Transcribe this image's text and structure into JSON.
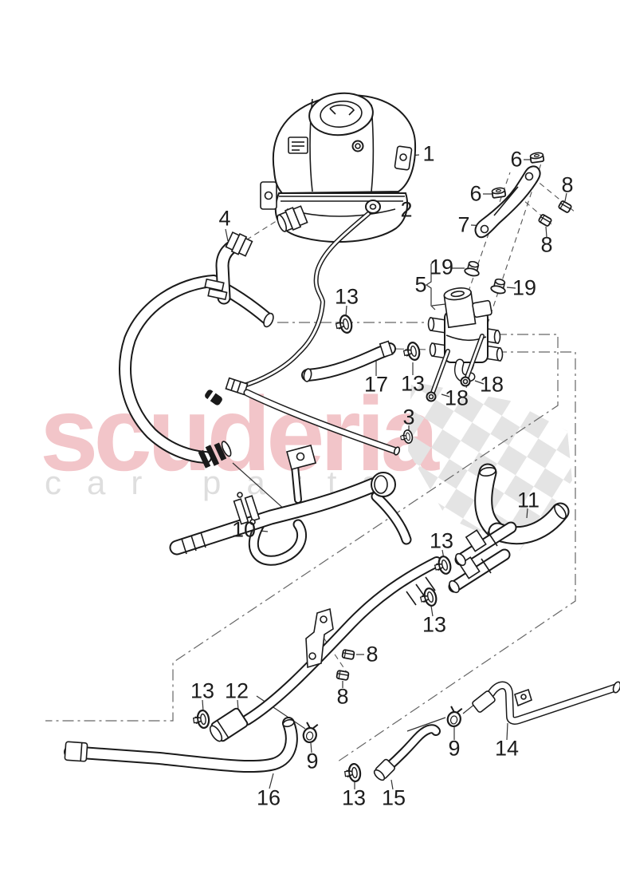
{
  "watermark": {
    "brand": "scuderia",
    "tagline": "car parts",
    "brand_color": "#f2c5c9",
    "tagline_color": "#dedede",
    "checker_color": "#e4e4e4"
  },
  "diagram": {
    "type": "exploded-parts-diagram",
    "line_color": "#1a1a1a",
    "background_color": "#ffffff"
  },
  "callouts": [
    {
      "label": "1"
    },
    {
      "label": "2"
    },
    {
      "label": "4"
    },
    {
      "label": "6"
    },
    {
      "label": "6"
    },
    {
      "label": "7"
    },
    {
      "label": "8"
    },
    {
      "label": "8"
    },
    {
      "label": "19"
    },
    {
      "label": "19"
    },
    {
      "label": "5"
    },
    {
      "label": "13"
    },
    {
      "label": "17"
    },
    {
      "label": "13"
    },
    {
      "label": "18"
    },
    {
      "label": "18"
    },
    {
      "label": "3"
    },
    {
      "label": "10"
    },
    {
      "label": "11"
    },
    {
      "label": "13"
    },
    {
      "label": "13"
    },
    {
      "label": "8"
    },
    {
      "label": "8"
    },
    {
      "label": "13"
    },
    {
      "label": "12"
    },
    {
      "label": "9"
    },
    {
      "label": "16"
    },
    {
      "label": "13"
    },
    {
      "label": "15"
    },
    {
      "label": "9"
    },
    {
      "label": "14"
    }
  ]
}
